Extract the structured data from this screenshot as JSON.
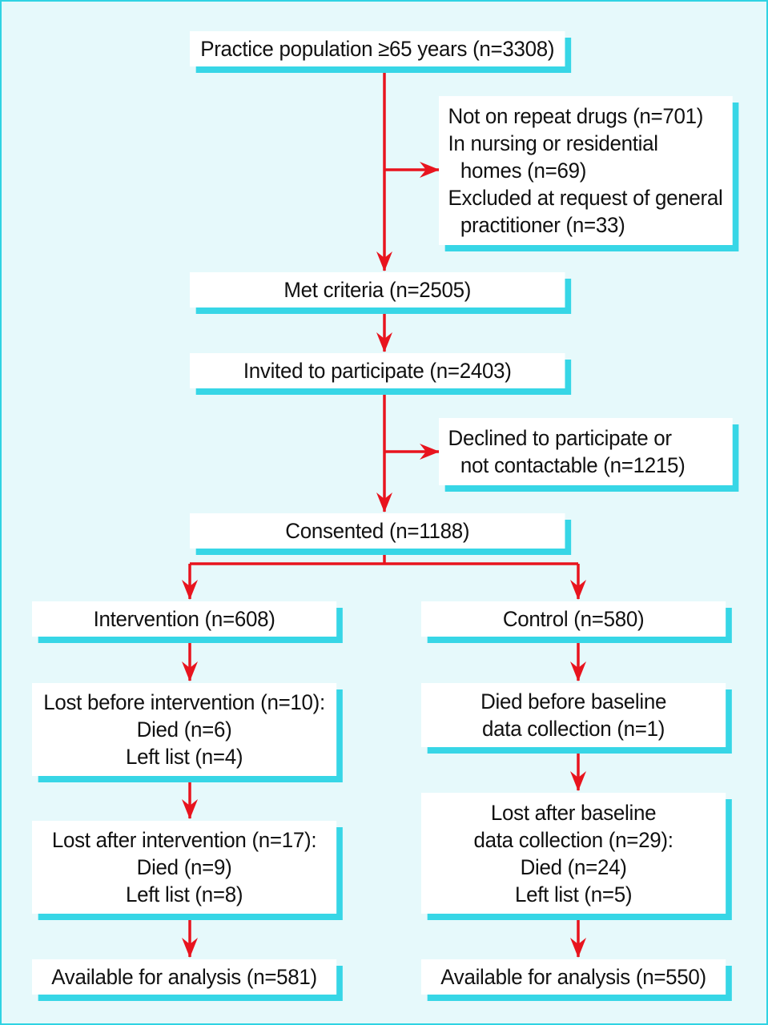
{
  "colors": {
    "background": "#e6f9fb",
    "border": "#2fd3e3",
    "box_shadow": "#37d6e6",
    "arrow": "#e8141e"
  },
  "boxes": {
    "practice_population": "Practice population ≥65 years (n=3308)",
    "exclusions": {
      "line1": "Not on repeat drugs (n=701)",
      "line2": "In nursing or residential",
      "line3": "homes (n=69)",
      "line4": "Excluded at request of general",
      "line5": "practitioner (n=33)"
    },
    "met_criteria": "Met criteria (n=2505)",
    "invited": "Invited to participate (n=2403)",
    "declined": {
      "line1": "Declined to participate or",
      "line2": "not contactable (n=1215)"
    },
    "consented": "Consented (n=1188)",
    "intervention": {
      "group": "Intervention (n=608)",
      "lost_before": {
        "line1": "Lost before intervention (n=10):",
        "line2": "Died (n=6)",
        "line3": "Left list (n=4)"
      },
      "lost_after": {
        "line1": "Lost after intervention (n=17):",
        "line2": "Died (n=9)",
        "line3": "Left list (n=8)"
      },
      "available": "Available for analysis (n=581)"
    },
    "control": {
      "group": "Control (n=580)",
      "died_before": {
        "line1": "Died before baseline",
        "line2": "data collection (n=1)"
      },
      "lost_after": {
        "line1": "Lost after baseline",
        "line2": "data collection (n=29):",
        "line3": "Died (n=24)",
        "line4": "Left list (n=5)"
      },
      "available": "Available for analysis (n=550)"
    }
  }
}
